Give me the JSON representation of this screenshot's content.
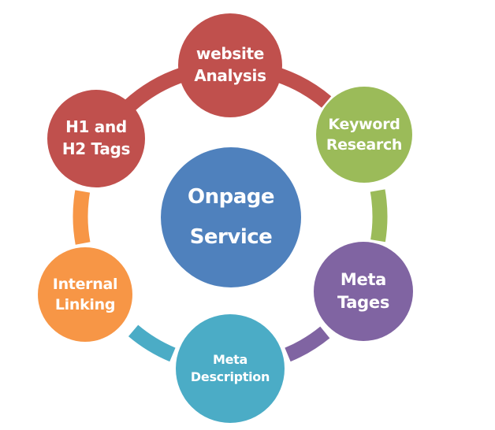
{
  "diagram": {
    "background": "#ffffff",
    "text_color": "#ffffff",
    "center": {
      "id": "onpage-service",
      "line1": "Onpage",
      "line2": "Service",
      "color": "#4f81bd"
    },
    "nodes": [
      {
        "id": "website-analysis",
        "line1": "website",
        "line2": "Analysis",
        "color": "#c0504d"
      },
      {
        "id": "keyword-research",
        "line1": "Keyword",
        "line2": "Research",
        "color": "#9bbb59"
      },
      {
        "id": "meta-tages",
        "line1": "Meta",
        "line2": "Tages",
        "color": "#8064a2"
      },
      {
        "id": "meta-description",
        "line1": "Meta",
        "line2": "Description",
        "color": "#4bacc6"
      },
      {
        "id": "internal-linking",
        "line1": "Internal",
        "line2": "Linking",
        "color": "#f79646"
      },
      {
        "id": "h1-h2-tags",
        "line1": "H1 and",
        "line2": "H2 Tags",
        "color": "#c0504d"
      }
    ],
    "connectors": [
      {
        "from": "website-analysis",
        "to": "keyword-research",
        "color": "#c0504d"
      },
      {
        "from": "keyword-research",
        "to": "meta-tages",
        "color": "#9bbb59"
      },
      {
        "from": "meta-tages",
        "to": "meta-description",
        "color": "#8064a2"
      },
      {
        "from": "meta-description",
        "to": "internal-linking",
        "color": "#4bacc6"
      },
      {
        "from": "internal-linking",
        "to": "h1-h2-tags",
        "color": "#f79646"
      },
      {
        "from": "h1-h2-tags",
        "to": "website-analysis",
        "color": "#c0504d"
      }
    ]
  }
}
